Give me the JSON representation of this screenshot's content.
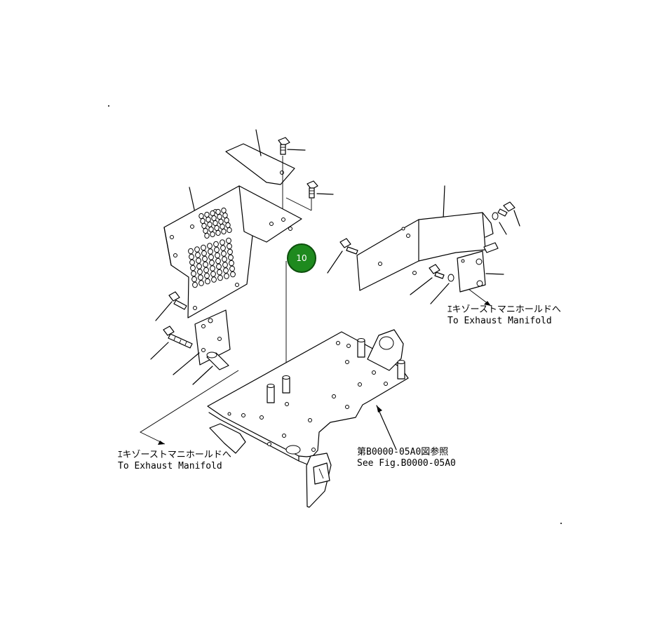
{
  "callout": {
    "number": "10",
    "color": "#1e8a1e"
  },
  "notes": {
    "exhaust_right_jp": "ｴキゾーストマニホールドへ",
    "exhaust_right_en": "To Exhaust Manifold",
    "exhaust_left_jp": "ｴキゾーストマニホールドへ",
    "exhaust_left_en": "To Exhaust Manifold",
    "ref_jp": "第B0000-05A0図参照",
    "ref_en": "See Fig.B0000-05A0"
  }
}
